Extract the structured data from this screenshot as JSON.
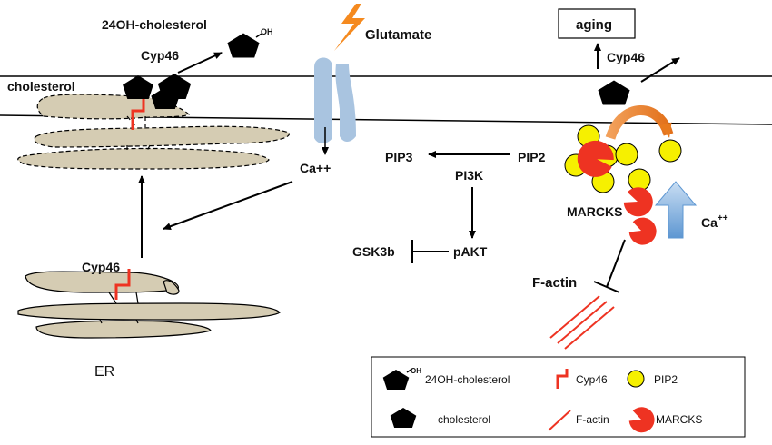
{
  "labels": {
    "oh_cholesterol": "24OH-cholesterol",
    "cyp46_top": "Cyp46",
    "oh": "OH",
    "cholesterol": "cholesterol",
    "glutamate": "Glutamate",
    "ca": "Ca++",
    "pip3": "PIP3",
    "pip2": "PIP2",
    "pi3k": "PI3K",
    "gsk3b": "GSK3b",
    "pakt": "pAKT",
    "aging": "aging",
    "cyp46_right": "Cyp46",
    "marcks": "MARCKS",
    "ca_right": "Ca",
    "ca_right_sup": "++",
    "factin": "F-actin",
    "cyp46_er": "Cyp46",
    "er": "ER"
  },
  "legend": {
    "oh_cholesterol": "24OH-cholesterol",
    "oh": "OH",
    "cyp46": "Cyp46",
    "pip2": "PIP2",
    "cholesterol": "cholesterol",
    "factin": "F-actin",
    "marcks": "MARCKS"
  },
  "colors": {
    "er_fill": "#d5ccb3",
    "channel_fill": "#a9c4e0",
    "cyp46_red": "#ee3322",
    "pip2_yellow": "#f6f000",
    "orange_arrow": "#e87a1e",
    "lightning": "#f58a1f",
    "blue_arrow": "#6ea6dc"
  },
  "icons": {
    "glutamate": "lightning-bolt-icon",
    "cholesterol": "pentagon-icon",
    "pip2": "yellow-circle-icon",
    "marcks": "pacman-icon",
    "cyp46": "zigzag-icon"
  }
}
